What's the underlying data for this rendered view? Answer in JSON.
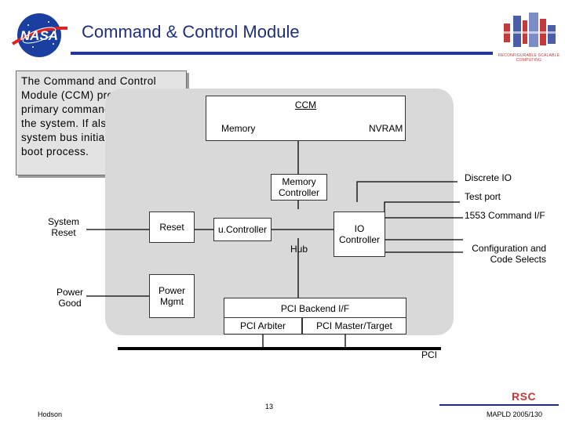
{
  "header": {
    "title": "Command & Control Module",
    "logo_left_text": "NASA",
    "logo_right_caption": "RECONFIGURABLE SCALABLE COMPUTING"
  },
  "description": "The Command and Control Module (CCM) provides the primary command interface to the system. If also controls the system bus initialization and boot process.",
  "diagram": {
    "ccm_label": "CCM",
    "memory": "Memory",
    "nvram": "NVRAM",
    "memory_controller": "Memory Controller",
    "discrete_io": "Discrete IO",
    "test_port": "Test port",
    "command_if": "1553 Command I/F",
    "system_reset": "System Reset",
    "reset": "Reset",
    "ucontroller": "u.Controller",
    "io_controller": "IO Controller",
    "hub": "Hub",
    "config_selects": "Configuration and Code Selects",
    "power_good": "Power Good",
    "power_mgmt": "Power Mgmt",
    "pci_backend": "PCI Backend I/F",
    "pci_arbiter": "PCI Arbiter",
    "pci_master_target": "PCI Master/Target",
    "pci": "PCI"
  },
  "footer": {
    "author": "Hodson",
    "page_number": "13",
    "rsc": "RSC",
    "reference": "MAPLD 2005/130"
  },
  "colors": {
    "title": "#1f2f80",
    "rule": "#23349a",
    "ccm_background": "#d9d9d9",
    "rsc_red": "#c43a3a",
    "nasa_blue": "#1b3fa0"
  }
}
